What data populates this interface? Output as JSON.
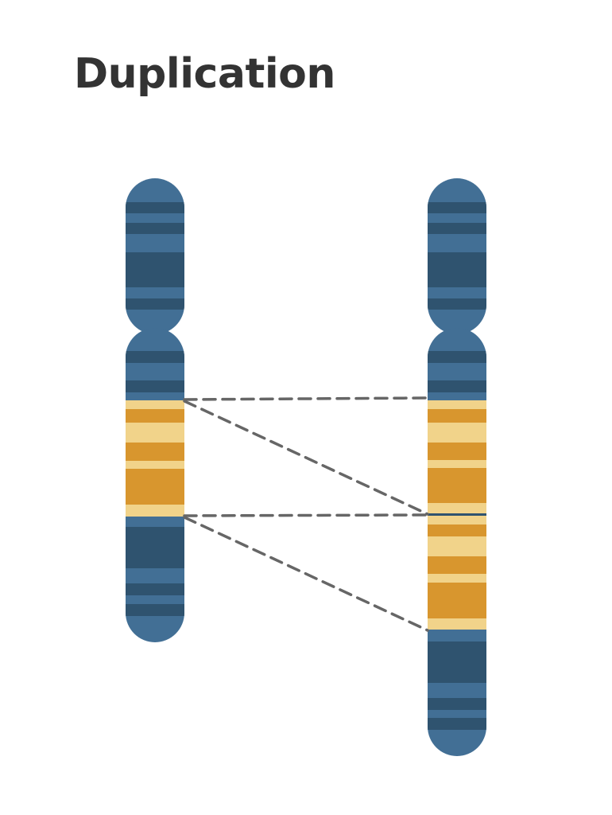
{
  "title": "Duplication",
  "colors": {
    "title_text": "#333333",
    "arm": "#426f95",
    "dark_band": "#2f536f",
    "duplicated_dark": "#d8962e",
    "duplicated_light": "#f1d38a",
    "connector": "#666666",
    "background": "#ffffff"
  },
  "chromosomes": [
    {
      "name": "original-chromosome",
      "duplicated_copies": 1
    },
    {
      "name": "duplicated-chromosome",
      "duplicated_copies": 2
    }
  ]
}
